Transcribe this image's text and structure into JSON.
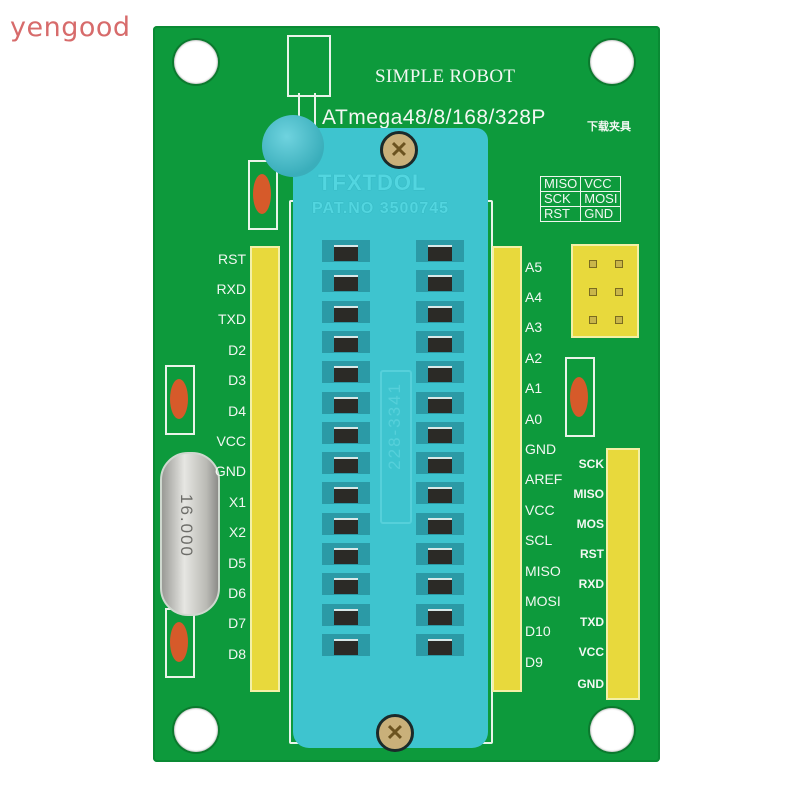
{
  "watermark": "yengood",
  "board": {
    "title": "SIMPLE ROBOT",
    "subtitle": "ATmega48/8/168/328P",
    "subtitle_cn": "下载夹具",
    "color": "#0d9a3c"
  },
  "zif_socket": {
    "brand": "TFXTDOL",
    "patent": "PAT.NO 3500745",
    "model": "228-3341",
    "color": "#3ec4cf",
    "rows": 14
  },
  "crystal": {
    "label": "16.000"
  },
  "left_header": {
    "labels": [
      "RST",
      "RXD",
      "TXD",
      "D2",
      "D3",
      "D4",
      "VCC",
      "GND",
      "X1",
      "X2",
      "D5",
      "D6",
      "D7",
      "D8"
    ]
  },
  "right_header": {
    "labels": [
      "A5",
      "A4",
      "A3",
      "A2",
      "A1",
      "A0",
      "GND",
      "AREF",
      "VCC",
      "SCL",
      "MISO",
      "MOSI",
      "D10",
      "D9"
    ]
  },
  "icsp_table": {
    "rows": [
      [
        "MISO",
        "VCC"
      ],
      [
        "SCK",
        "MOSI"
      ],
      [
        "RST",
        "GND"
      ]
    ]
  },
  "serial_header": {
    "labels": [
      "SCK",
      "MISO",
      "MOS",
      "RST",
      "RXD",
      "TXD",
      "VCC",
      "GND"
    ]
  }
}
